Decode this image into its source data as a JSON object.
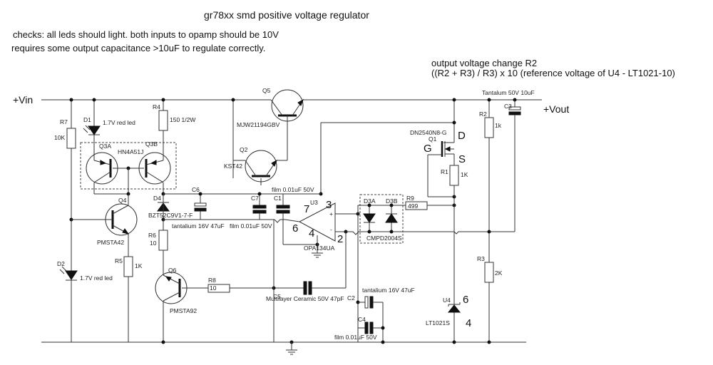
{
  "title": "gr78xx smd positive voltage regulator",
  "notes": {
    "checks": "checks: all leds should light. both inputs to opamp should be 10V",
    "requirement": "requires some output capacitance >10uF to regulate correctly.",
    "output_change": "output voltage change R2",
    "formula": "((R2 + R3) / R3) x 10 (reference voltage of U4 - LT1021-10)"
  },
  "nets": {
    "vin": "+Vin",
    "vout": "+Vout"
  },
  "components": {
    "R7": {
      "ref": "R7",
      "value": "10K"
    },
    "D1": {
      "ref": "D1",
      "value": "1.7V red led"
    },
    "R4": {
      "ref": "R4",
      "value": "150 1/2W"
    },
    "Q3A": {
      "ref": "Q3A"
    },
    "Q3B": {
      "ref": "Q3B",
      "value": "HN4A51J"
    },
    "Q4": {
      "ref": "Q4",
      "value": "PMSTA42"
    },
    "D2": {
      "ref": "D2",
      "value": "1.7V red led"
    },
    "R5": {
      "ref": "R5",
      "value": "1K"
    },
    "D4": {
      "ref": "D4",
      "value": "BZT52C9V1-7-F"
    },
    "C6": {
      "ref": "C6",
      "value": "tantalium 16V 47uF"
    },
    "R6": {
      "ref": "R6",
      "value": "10"
    },
    "Q6": {
      "ref": "Q6",
      "value": "PMSTA92"
    },
    "R8": {
      "ref": "R8",
      "value": "10"
    },
    "Q5": {
      "ref": "Q5",
      "value": "MJW21194GBV"
    },
    "Q2": {
      "ref": "Q2",
      "value": "KST42"
    },
    "C7": {
      "ref": "C7",
      "value": "film 0.01uF 50V"
    },
    "C1": {
      "ref": "C1",
      "value": "film 0.01uF 50V"
    },
    "U3": {
      "ref": "U3",
      "value": "OPA134UA",
      "pins": {
        "p7": "7",
        "p3": "3",
        "p6": "6",
        "p4": "4",
        "p2": "2",
        "plus": "+",
        "minus": "-"
      }
    },
    "C5": {
      "ref": "C5",
      "value": "Multilayer Ceramic 50V 47pF"
    },
    "C2": {
      "ref": "C2",
      "value": "tantalium 16V 47uF"
    },
    "C4": {
      "ref": "C4",
      "value": "film 0.01uF 50V"
    },
    "D3A": {
      "ref": "D3A"
    },
    "D3B": {
      "ref": "D3B",
      "value": "CMPD2004S"
    },
    "R9": {
      "ref": "R9",
      "value": "499"
    },
    "Q1": {
      "ref": "Q1",
      "value": "DN2540N8-G",
      "pins": {
        "g": "G",
        "d": "D",
        "s": "S"
      }
    },
    "R1": {
      "ref": "R1",
      "value": "1K"
    },
    "R2": {
      "ref": "R2",
      "value": "1k"
    },
    "C3": {
      "ref": "C3",
      "value": "Tantalum 50V 10uF"
    },
    "R3": {
      "ref": "R3",
      "value": "2K"
    },
    "U4": {
      "ref": "U4",
      "value": "LT1021S",
      "pins": {
        "p6": "6",
        "p4": "4"
      }
    }
  }
}
